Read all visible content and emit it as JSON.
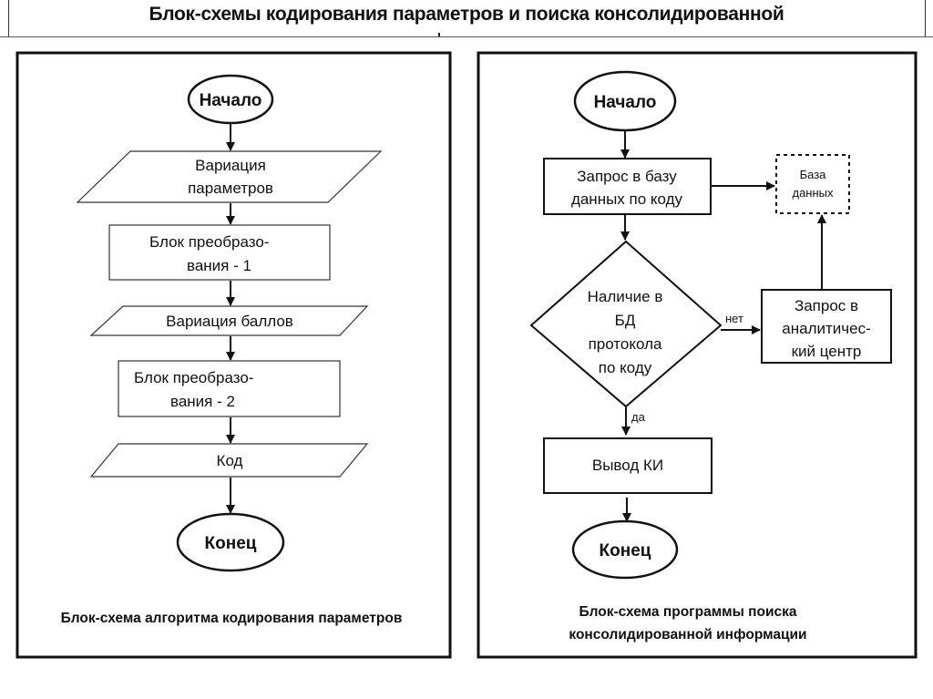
{
  "page": {
    "title": "Блок-схемы кодирования параметров и поиска консолидированной"
  },
  "left_diagram": {
    "caption": "Блок-схема алгоритма кодирования параметров",
    "nodes": {
      "start": {
        "type": "terminator",
        "label": "Начало"
      },
      "param_variation": {
        "type": "io",
        "lines": [
          "Вариация",
          "параметров"
        ]
      },
      "transform1": {
        "type": "process",
        "lines": [
          "Блок преобразо-",
          "вания - 1"
        ]
      },
      "score_variation": {
        "type": "io",
        "label": "Вариация баллов"
      },
      "transform2": {
        "type": "process",
        "lines": [
          "Блок преобразо-",
          "вания - 2"
        ]
      },
      "code": {
        "type": "io",
        "label": "Код"
      },
      "end": {
        "type": "terminator",
        "label": "Конец"
      }
    },
    "edges": [
      [
        "start",
        "param_variation"
      ],
      [
        "param_variation",
        "transform1"
      ],
      [
        "transform1",
        "score_variation"
      ],
      [
        "score_variation",
        "transform2"
      ],
      [
        "transform2",
        "code"
      ],
      [
        "code",
        "end"
      ]
    ]
  },
  "right_diagram": {
    "caption_lines": [
      "Блок-схема программы поиска",
      "консолидированной информации"
    ],
    "nodes": {
      "start": {
        "type": "terminator",
        "label": "Начало"
      },
      "db_query": {
        "type": "process",
        "lines": [
          "Запрос в базу",
          "данных по коду"
        ]
      },
      "database": {
        "type": "storage-dashed",
        "lines": [
          "База",
          "данных"
        ]
      },
      "decision": {
        "type": "decision",
        "lines": [
          "Наличие в",
          "БД",
          "протокола",
          "по коду"
        ]
      },
      "analytic_request": {
        "type": "process",
        "lines": [
          "Запрос в",
          "аналитичес-",
          "кий центр"
        ]
      },
      "output": {
        "type": "process",
        "label": "Вывод КИ"
      },
      "end": {
        "type": "terminator",
        "label": "Конец"
      }
    },
    "edge_labels": {
      "no": "нет",
      "yes": "да"
    },
    "edges": [
      [
        "start",
        "db_query"
      ],
      [
        "db_query",
        "database"
      ],
      [
        "db_query",
        "decision"
      ],
      [
        "decision",
        "analytic_request",
        "нет"
      ],
      [
        "analytic_request",
        "database"
      ],
      [
        "decision",
        "output",
        "да"
      ],
      [
        "output",
        "end"
      ]
    ]
  }
}
